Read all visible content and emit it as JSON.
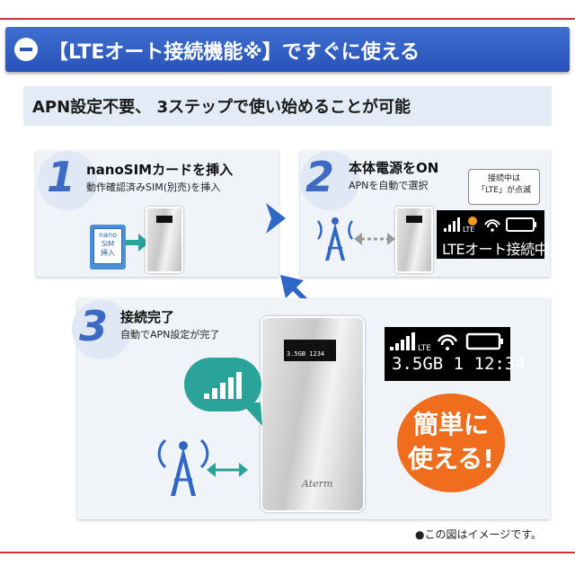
{
  "header": {
    "title": "【LTEオート接続機能※】ですぐに使える"
  },
  "subheader": {
    "text": "APN設定不要、 3ステップで使い始めることが可能"
  },
  "steps": [
    {
      "number": "1",
      "title": "nanoSIMカードを挿入",
      "desc": "動作確認済みSIM(別売)を挿入",
      "sim_label_1": "nano",
      "sim_label_2": "SIM",
      "sim_label_3": "挿入"
    },
    {
      "number": "2",
      "title": "本体電源をON",
      "desc": "APNを自動で選択",
      "bubble_1": "接続中は",
      "bubble_2": "「LTE」が点滅",
      "screen_text": "LTEオート接続中"
    },
    {
      "number": "3",
      "title": "接続完了",
      "desc": "自動でAPN設定が完了",
      "screen_text": "3.5GB 1 12:34",
      "device_small_text": "3.5GB 1234"
    }
  ],
  "callout": {
    "line1": "簡単に",
    "line2": "使える!"
  },
  "device": {
    "brand": "Aterm"
  },
  "footnote": {
    "text": "●この図はイメージです。"
  },
  "colors": {
    "header_blue": "#2f5fc4",
    "step_number": "#3d6bc4",
    "teal": "#2aa39b",
    "orange": "#ef6d1c"
  }
}
